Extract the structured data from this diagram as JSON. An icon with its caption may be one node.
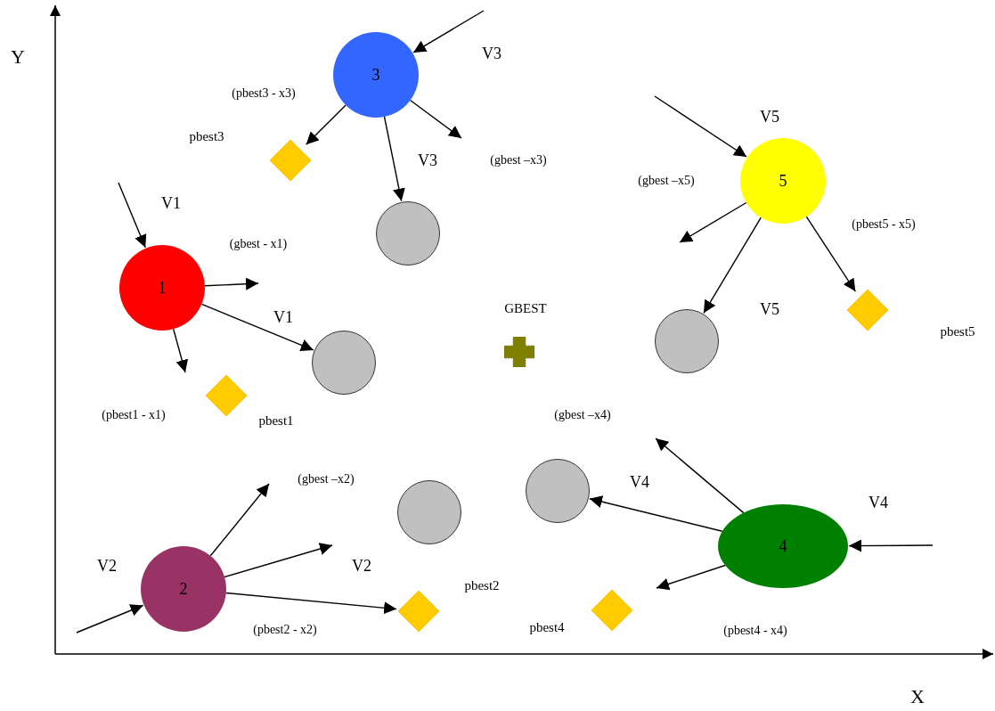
{
  "diagram": {
    "nodes": [
      {
        "text": [
          "1"
        ]
      },
      {
        "text": [
          "2"
        ]
      },
      {
        "text": [
          "3"
        ]
      },
      {
        "text": [
          "4"
        ]
      },
      {
        "text": [
          "5"
        ]
      },
      {
        "text": [],
        "shape": "circle"
      },
      {
        "text": [],
        "shape": "circle"
      },
      {
        "text": [],
        "shape": "circle"
      },
      {
        "text": [],
        "shape": "circle"
      },
      {
        "text": [],
        "shape": "circle"
      },
      {
        "text": [],
        "shape": "diamond",
        "beside": [
          "pbest3"
        ]
      },
      {
        "text": [],
        "shape": "diamond",
        "beside": [
          "pbest1"
        ]
      },
      {
        "text": [],
        "shape": "diamond",
        "beside": [
          "pbest2"
        ]
      },
      {
        "text": [],
        "shape": "diamond",
        "beside": [
          "pbest4"
        ]
      },
      {
        "text": [],
        "shape": "diamond",
        "beside": [
          "pbest5"
        ]
      },
      {
        "text": [],
        "shape": "cross",
        "beside": [
          "GBEST"
        ]
      }
    ],
    "edges": [
      {
        "from": null,
        "to": 0,
        "arrow": "to"
      },
      {
        "from": 0,
        "to": null,
        "arrow": "to"
      },
      {
        "from": 0,
        "to": 6,
        "arrow": "to"
      },
      {
        "from": 0,
        "to": null,
        "arrow": "to"
      },
      {
        "from": null,
        "to": 1,
        "arrow": "to"
      },
      {
        "from": 1,
        "to": null,
        "arrow": "to"
      },
      {
        "from": 1,
        "to": null,
        "arrow": "to"
      },
      {
        "from": 1,
        "to": 12,
        "arrow": "to"
      },
      {
        "from": null,
        "to": 2,
        "arrow": "to"
      },
      {
        "from": 2,
        "to": 10,
        "arrow": "to"
      },
      {
        "from": 2,
        "to": 5,
        "arrow": "to"
      },
      {
        "from": 2,
        "to": null,
        "arrow": "to"
      },
      {
        "from": null,
        "to": 4,
        "arrow": "to"
      },
      {
        "from": 4,
        "to": null,
        "arrow": "to"
      },
      {
        "from": 4,
        "to": 9,
        "arrow": "to"
      },
      {
        "from": 4,
        "to": 14,
        "arrow": "to"
      },
      {
        "from": null,
        "to": 3,
        "arrow": "to"
      },
      {
        "from": 3,
        "to": null,
        "arrow": "to"
      },
      {
        "from": 3,
        "to": 8,
        "arrow": "to"
      },
      {
        "from": 3,
        "to": null,
        "arrow": "to"
      }
    ],
    "labels": [
      "Y",
      "X",
      "V3",
      "(pbest3 - x3)",
      "V3",
      "(gbest –x3)",
      "V1",
      "(gbest - x1)",
      "V1",
      "(pbest1 - x1)",
      "(gbest –x5)",
      "V5",
      "(pbest5 - x5)",
      "V5",
      "(gbest –x4)",
      "V4",
      "V4",
      "(gbest –x2)",
      "V2",
      "V2",
      "(pbest2 - x2)",
      "(pbest4 - x4)"
    ]
  }
}
